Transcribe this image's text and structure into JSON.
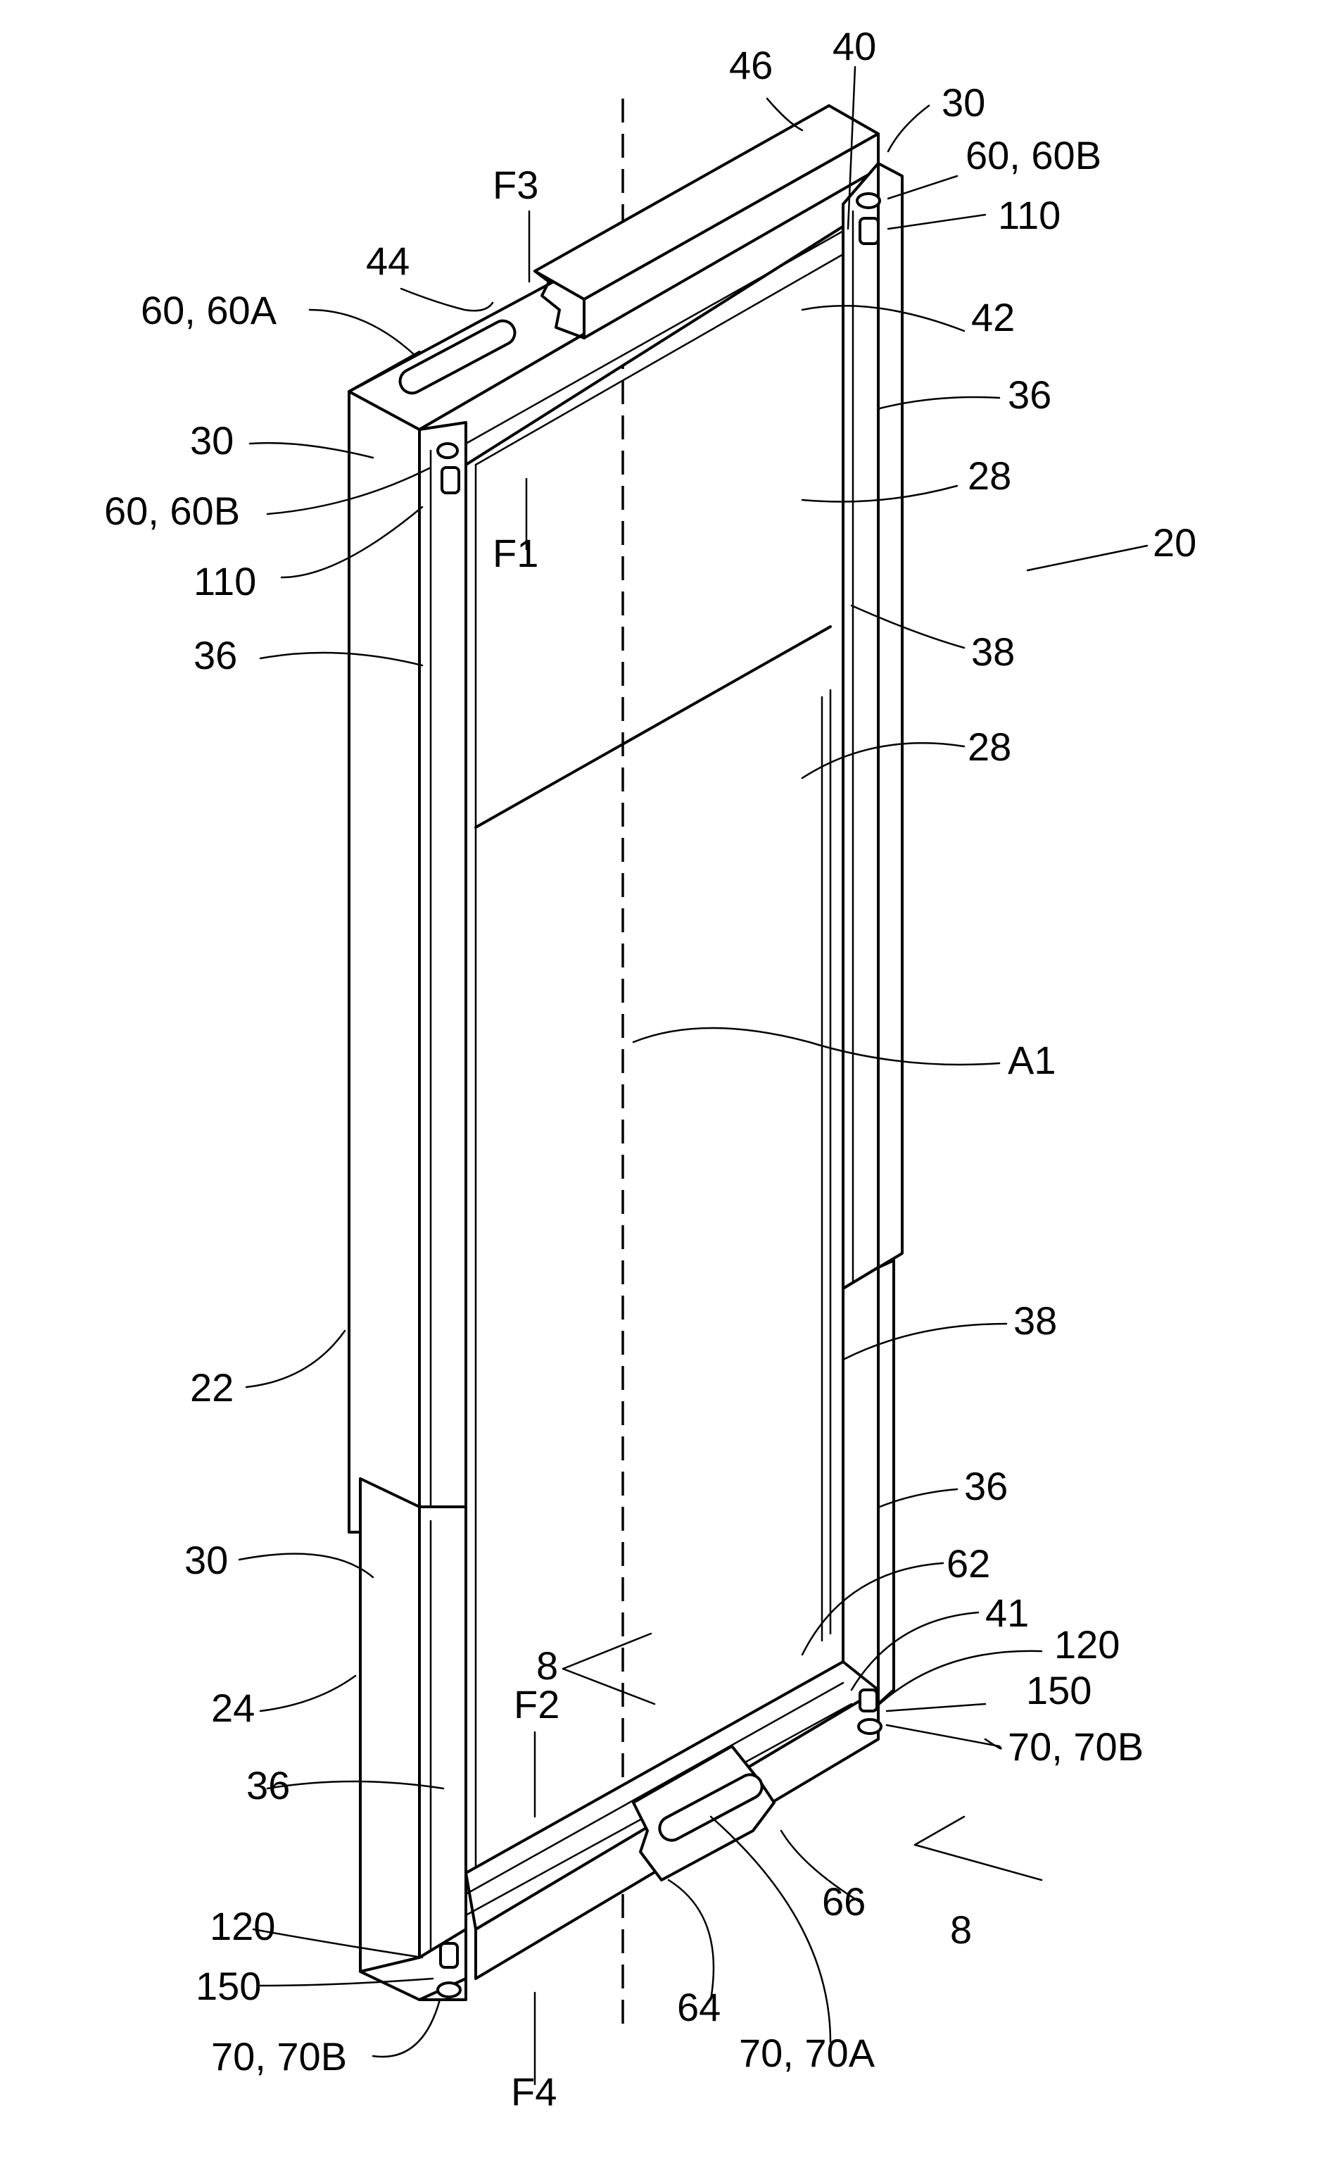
{
  "labels": {
    "l46": "46",
    "l40": "40",
    "l30_top_right": "30",
    "l60_60B_top_right": "60, 60B",
    "l110_top_right": "110",
    "lF3": "F3",
    "l44": "44",
    "l60_60A": "60, 60A",
    "l42": "42",
    "l36_top_right": "36",
    "l30_top_left": "30",
    "l28_upper": "28",
    "l60_60B_left": "60, 60B",
    "lF1": "F1",
    "l20": "20",
    "l110_left": "110",
    "l36_left_upper": "36",
    "l38_upper": "38",
    "l28_lower": "28",
    "lA1": "A1",
    "l38_lower": "38",
    "l22": "22",
    "l36_right_lower": "36",
    "l30_bottom_left": "30",
    "l62": "62",
    "l41": "41",
    "l120_right": "120",
    "l8_left": "8",
    "l24": "24",
    "lF2": "F2",
    "l150_right": "150",
    "l70_70B_right": "70, 70B",
    "l36_left_lower": "36",
    "l66": "66",
    "l8_right": "8",
    "l120_left": "120",
    "l150_left": "150",
    "l64": "64",
    "l70_70B_left": "70, 70B",
    "lF4": "F4",
    "l70_70A": "70, 70A"
  }
}
